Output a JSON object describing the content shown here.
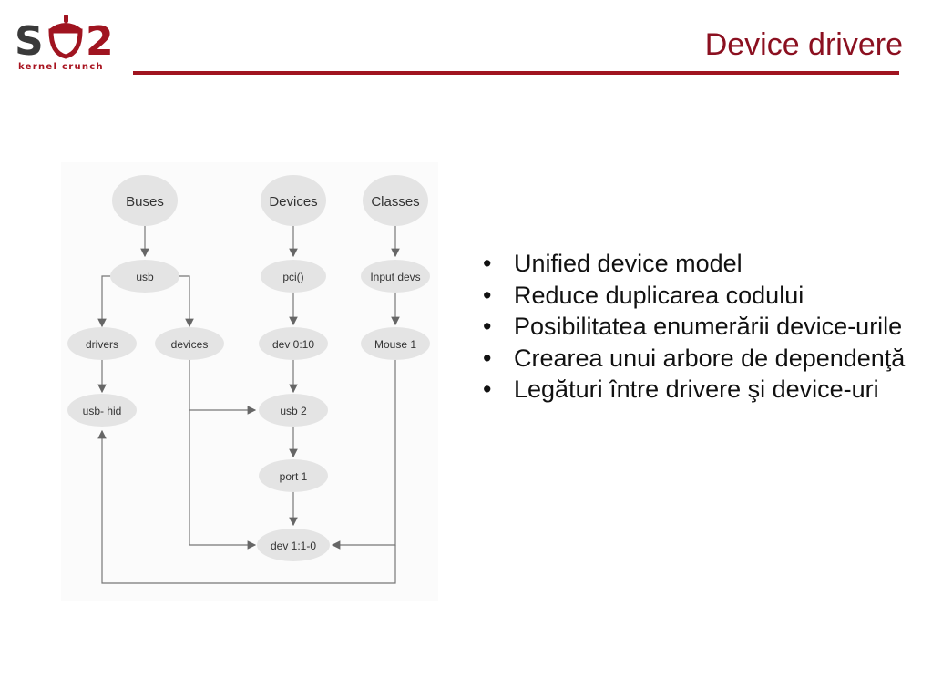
{
  "header": {
    "logo_caption": "kernel crunch",
    "title": "Device drivere"
  },
  "diagram": {
    "nodes": {
      "buses": "Buses",
      "devices": "Devices",
      "classes": "Classes",
      "usb": "usb",
      "pci": "pci()",
      "input_devs": "Input devs",
      "drivers": "drivers",
      "devices_small": "devices",
      "dev_0_10": "dev 0:10",
      "mouse1": "Mouse 1",
      "usb_hid": "usb- hid",
      "usb2": "usb 2",
      "port1": "port 1",
      "dev_1_1_0": "dev 1:1-0"
    }
  },
  "bullets": [
    "Unified device model",
    "Reduce duplicarea codului",
    "Posibilitatea enumerării device-urile",
    "Crearea unui arbore de dependenţă",
    "Legături între drivere şi device-uri"
  ],
  "colors": {
    "brand": "#a01420",
    "node_fill": "#e4e4e4",
    "line": "#666666"
  }
}
